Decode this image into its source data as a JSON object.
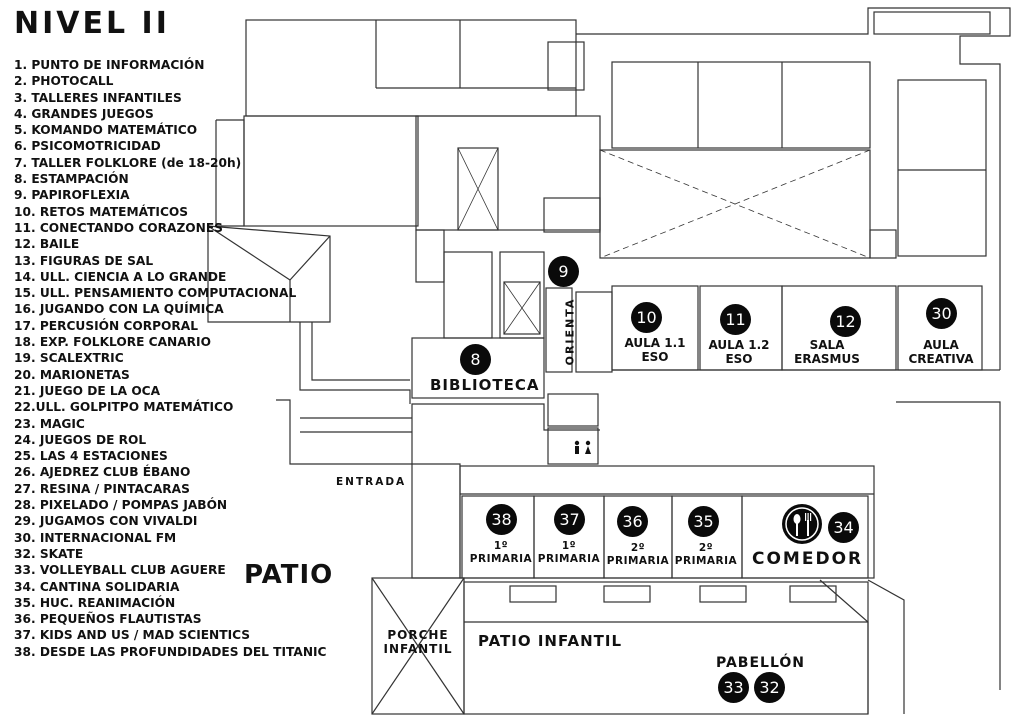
{
  "title": "NIVEL II",
  "legend": [
    "1. PUNTO DE INFORMACIÓN",
    "2. PHOTOCALL",
    "3. TALLERES INFANTILES",
    "4. GRANDES JUEGOS",
    "5. KOMANDO MATEMÁTICO",
    "6. PSICOMOTRICIDAD",
    "7. TALLER FOLKLORE (de 18-20h)",
    "8. ESTAMPACIÓN",
    "9. PAPIROFLEXIA",
    "10. RETOS MATEMÁTICOS",
    "11. CONECTANDO CORAZONES",
    "12. BAILE",
    "13. FIGURAS DE SAL",
    "14. ULL. CIENCIA A LO GRANDE",
    "15. ULL. PENSAMIENTO COMPUTACIONAL",
    "16. JUGANDO CON LA QUÍMICA",
    "17. PERCUSIÓN CORPORAL",
    "18. EXP. FOLKLORE CANARIO",
    "19. SCALEXTRIC",
    "20. MARIONETAS",
    "21. JUEGO DE LA OCA",
    "22.ULL. GOLPITPO MATEMÁTICO",
    "23. MAGIC",
    "24. JUEGOS DE ROL",
    "25. LAS 4 ESTACIONES",
    "26. AJEDREZ CLUB ÉBANO",
    "27. RESINA / PINTACARAS",
    "28. PIXELADO / POMPAS JABÓN",
    "29. JUGAMOS CON VIVALDI",
    "30. INTERNACIONAL FM",
    "32. SKATE",
    "33. VOLLEYBALL CLUB AGUERE",
    "34. CANTINA SOLIDARIA",
    "35. HUC. REANIMACIÓN",
    "36. PEQUEÑOS FLAUTISTAS",
    "37. KIDS AND US / MAD SCIENTICS",
    "38. DESDE LAS PROFUNDIDADES DEL TITANIC"
  ],
  "rooms": {
    "biblioteca": "BIBLIOTECA",
    "orienta": "ORIENTA",
    "aula11_a": "AULA 1.1",
    "aula11_b": "ESO",
    "aula12_a": "AULA 1.2",
    "aula12_b": "ESO",
    "sala_a": "SALA",
    "sala_b": "ERASMUS",
    "aula_creativa_a": "AULA",
    "aula_creativa_b": "CREATIVA",
    "entrada": "ENTRADA",
    "patio": "PATIO",
    "primaria38_a": "1º",
    "primaria38_b": "PRIMARIA",
    "primaria37_a": "1º",
    "primaria37_b": "PRIMARIA",
    "primaria36_a": "2º",
    "primaria36_b": "PRIMARIA",
    "primaria35_a": "2º",
    "primaria35_b": "PRIMARIA",
    "comedor": "COMEDOR",
    "porche_a": "PORCHE",
    "porche_b": "INFANTIL",
    "patio_infantil": "PATIO INFANTIL",
    "pabellon": "PABELLÓN"
  },
  "badges": {
    "b8": "8",
    "b9": "9",
    "b10": "10",
    "b11": "11",
    "b12": "12",
    "b30": "30",
    "b38": "38",
    "b37": "37",
    "b36": "36",
    "b35": "35",
    "b34": "34",
    "b33": "33",
    "b32": "32"
  },
  "icons": {
    "cutlery": "cutlery-icon",
    "restrooms": "restroom-icon"
  },
  "colors": {
    "ink": "#111111",
    "badge": "#0a0a0a",
    "paper": "#ffffff",
    "line": "#333333"
  }
}
